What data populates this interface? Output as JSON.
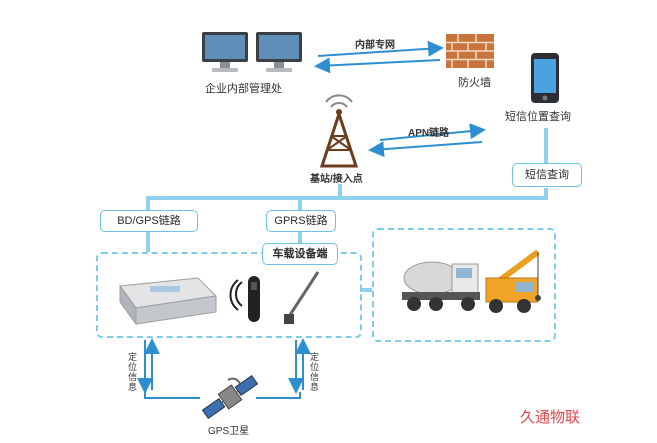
{
  "nodes": {
    "enterprise": "企业内部管理处",
    "firewall": "防火墙",
    "sms_location": "短信位置查询",
    "base_station": "基站/接入点",
    "sms_query": "短信查询",
    "bd_gps": "BD/GPS链路",
    "gprs": "GPRS链路",
    "vehicle": "车载设备端",
    "gps_satellite": "GPS卫星"
  },
  "edges": {
    "intranet": "内部专网",
    "apn": "APN链路",
    "locate_left": "定位信息",
    "locate_right": "定位信息"
  },
  "brand": "久通物联",
  "colors": {
    "accent": "#2ea7e0",
    "border": "#6cc3e6",
    "brand": "#e4454a"
  }
}
